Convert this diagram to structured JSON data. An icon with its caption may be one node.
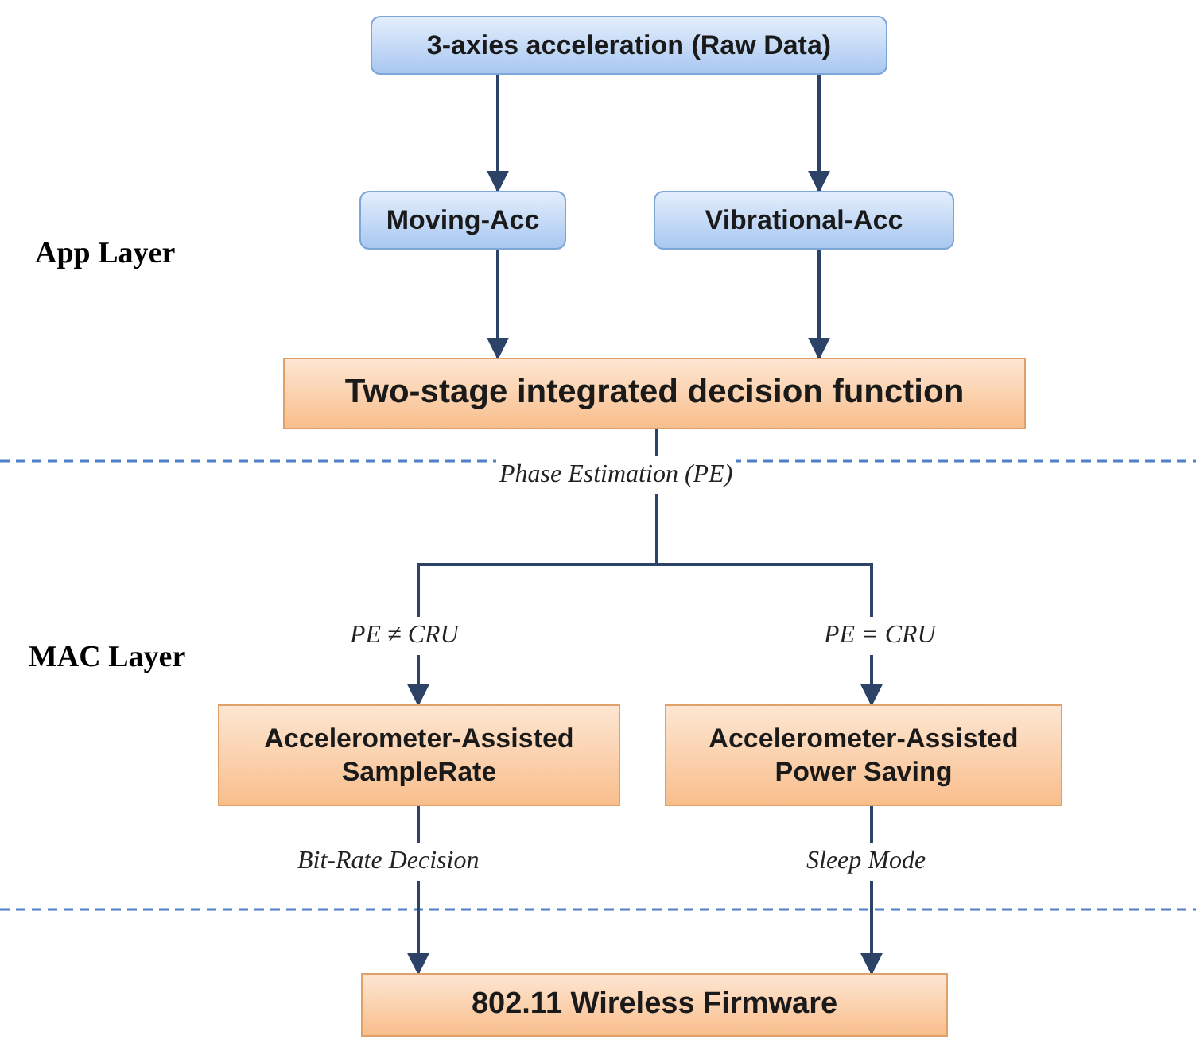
{
  "diagram": {
    "nodes": [
      {
        "text": [
          "3-axies acceleration (Raw Data)"
        ]
      },
      {
        "text": [
          "Moving-Acc"
        ]
      },
      {
        "text": [
          "Vibrational-Acc"
        ]
      },
      {
        "text": [
          "Two-stage integrated decision function"
        ]
      },
      {
        "text": [
          "Accelerometer-Assisted SampleRate"
        ]
      },
      {
        "text": [
          "Accelerometer-Assisted Power Saving"
        ]
      },
      {
        "text": [
          "802.11 Wireless Firmware"
        ]
      }
    ],
    "edges": [
      {
        "from": 0,
        "to": 1,
        "arrow": "to"
      },
      {
        "from": 0,
        "to": 2,
        "arrow": "to"
      },
      {
        "from": 1,
        "to": 3,
        "arrow": "to"
      },
      {
        "from": 2,
        "to": 3,
        "arrow": "to"
      },
      {
        "from": 3,
        "to": 4,
        "arrow": "to",
        "label": "PE ≠ CRU"
      },
      {
        "from": 3,
        "to": 5,
        "arrow": "to",
        "label": "PE = CRU"
      },
      {
        "from": 4,
        "to": 6,
        "arrow": "to",
        "label": "Bit-Rate Decision"
      },
      {
        "from": 5,
        "to": 6,
        "arrow": "to",
        "label": "Sleep Mode"
      }
    ],
    "labels": [
      "App Layer",
      "Phase Estimation (PE)",
      "MAC Layer"
    ]
  }
}
